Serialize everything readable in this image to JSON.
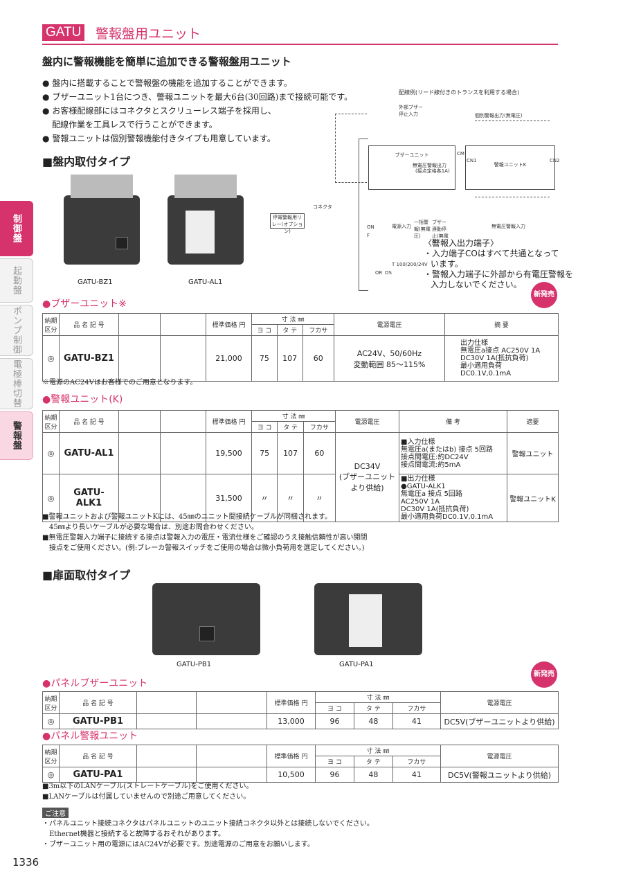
{
  "header": {
    "code": "GATU",
    "title": "警報盤用ユニット"
  },
  "subtitle": "盤内に警報機能を簡単に追加できる警報盤用ユニット",
  "bullets": [
    "盤内に搭載することで警報盤の機能を追加することができます。",
    "ブザーユニット1台につき、警報ユニットを最大6台(30回路)まで接続可能です。",
    "お客様配線部にはコネクタとスクリューレス端子を採用し、",
    "配線作業を工具レスで行うことができます。",
    "警報ユニットは個別警報機能付きタイプも用意しています。"
  ],
  "bullet_mark": "●",
  "sections": {
    "panel_in": "■盤内取付タイプ",
    "door": "■扉面取付タイプ"
  },
  "sidebar": [
    "制御盤",
    "起動盤",
    "ポンプ制御盤",
    "電極棒切替盤",
    "警報盤"
  ],
  "images": {
    "bz1": "GATU-BZ1",
    "al1": "GATU-AL1",
    "pb1": "GATU-PB1",
    "pa1": "GATU-PA1"
  },
  "diagram": {
    "title": "配線例(リード線付きのトランスを利用する場合)",
    "buzzer_input": "外部ブザー停止入力",
    "individual_out": "個別警報出力(無電圧)",
    "buzzer_unit": "ブザーユニット",
    "alarm_unit": "警報ユニットK",
    "no_voltage_out": "無電圧警報出力",
    "rating": "(接点定格各1A)",
    "power_in": "電源入力",
    "batch": "一括警報(無電圧)",
    "buzzer_stop": "ブザー連動停止(無電圧)",
    "alarm_in": "無電圧警報入力",
    "outage": "停電警報用リレー(オプション)",
    "connector": "コネクタ",
    "trans": "T 100/200/24V",
    "cm": "CM",
    "cn1": "CN1",
    "cn2": "CN2",
    "on": "ON",
    "f": "F",
    "or": "OR",
    "os": "OS"
  },
  "alarm_note": {
    "t": "〈警報入出力端子〉",
    "l1": "・入力端子COはすべて共通となって",
    "l2": "います。",
    "l3": "・警報入力端子に外部から有電圧警報を",
    "l4": "入力しないでください。"
  },
  "new_badge": "新発売",
  "headers": {
    "delivery": "納期区分",
    "name": "品 名 記 号",
    "price": "標準価格",
    "yen": "円",
    "dim": "寸 法",
    "mm": "㎜",
    "w": "ヨ コ",
    "h": "タ テ",
    "d": "フカサ",
    "power": "電源電圧",
    "remark": "摘 要",
    "biko": "備 考",
    "app": "適要"
  },
  "mark": "◎",
  "buzzer": {
    "label": "●ブザーユニット※",
    "name": "GATU-BZ1",
    "price": "21,000",
    "w": "75",
    "h": "107",
    "d": "60",
    "power1": "AC24V、50/60Hz",
    "power2": "変動範囲 85〜115%",
    "r": [
      "出力仕様",
      "無電圧a接点 AC250V 1A",
      "DC30V 1A(抵抗負荷)",
      "最小適用負荷",
      "DC0.1V,0.1mA"
    ],
    "note": "※電源のAC24Vはお客様でのご用意となります。"
  },
  "alarm": {
    "label": "●警報ユニット(K)",
    "rows": [
      {
        "name": "GATU-AL1",
        "price": "19,500",
        "w": "75",
        "h": "107",
        "d": "60",
        "app": "警報ユニット"
      },
      {
        "name": "GATU-ALK1",
        "price": "31,500",
        "w": "〃",
        "h": "〃",
        "d": "〃",
        "app": "警報ユニットK"
      }
    ],
    "power": [
      "DC34V",
      "(ブザーユニット",
      "より供給)"
    ],
    "in": [
      "■入力仕様",
      "無電圧a(またはb) 接点 5回路",
      "接点間電圧:約DC24V",
      "接点間電流:約5mA"
    ],
    "out": [
      "■出力仕様",
      "●GATU-ALK1",
      "無電圧a 接点 5回路",
      "AC250V 1A",
      "DC30V 1A(抵抗負荷)",
      "最小適用負荷DC0.1V,0.1mA"
    ],
    "notes": [
      "■警報ユニットおよび警報ユニットKには、45㎜のユニット間接続ケーブルが同梱されます。",
      "45㎜より長いケーブルが必要な場合は、別途お問合わせください。",
      "■無電圧警報入力端子に接続する接点は警報入力の電圧・電流仕様をご確認のうえ接触信頼性が高い開閉",
      "接点をご使用ください。(例:ブレーカ警報スイッチをご使用の場合は微小負荷用を選定してください。)"
    ]
  },
  "pb": {
    "label": "●パネルブザーユニット",
    "name": "GATU-PB1",
    "price": "13,000",
    "w": "96",
    "h": "48",
    "d": "41",
    "power": "DC5V(ブザーユニットより供給)"
  },
  "pa": {
    "label": "●パネル警報ユニット",
    "name": "GATU-PA1",
    "price": "10,500",
    "w": "96",
    "h": "48",
    "d": "41",
    "power": "DC5V(警報ユニットより供給)"
  },
  "lan_notes": [
    "■3m以下のLANケーブル(ストレートケーブル)をご使用ください。",
    "■LANケーブルは付属していませんので別途ご用意してください。"
  ],
  "caution": {
    "label": "ご注意",
    "l1": "・パネルユニット接続コネクタはパネルユニットのユニット接続コネクタ以外とは接続しないでください。",
    "l2": "Ethernet機器と接続すると故障するおそれがあります。",
    "l3": "・ブザーユニット用の電源にはAC24Vが必要です。別途電源のご用意をお願いします。"
  },
  "page": "1336"
}
